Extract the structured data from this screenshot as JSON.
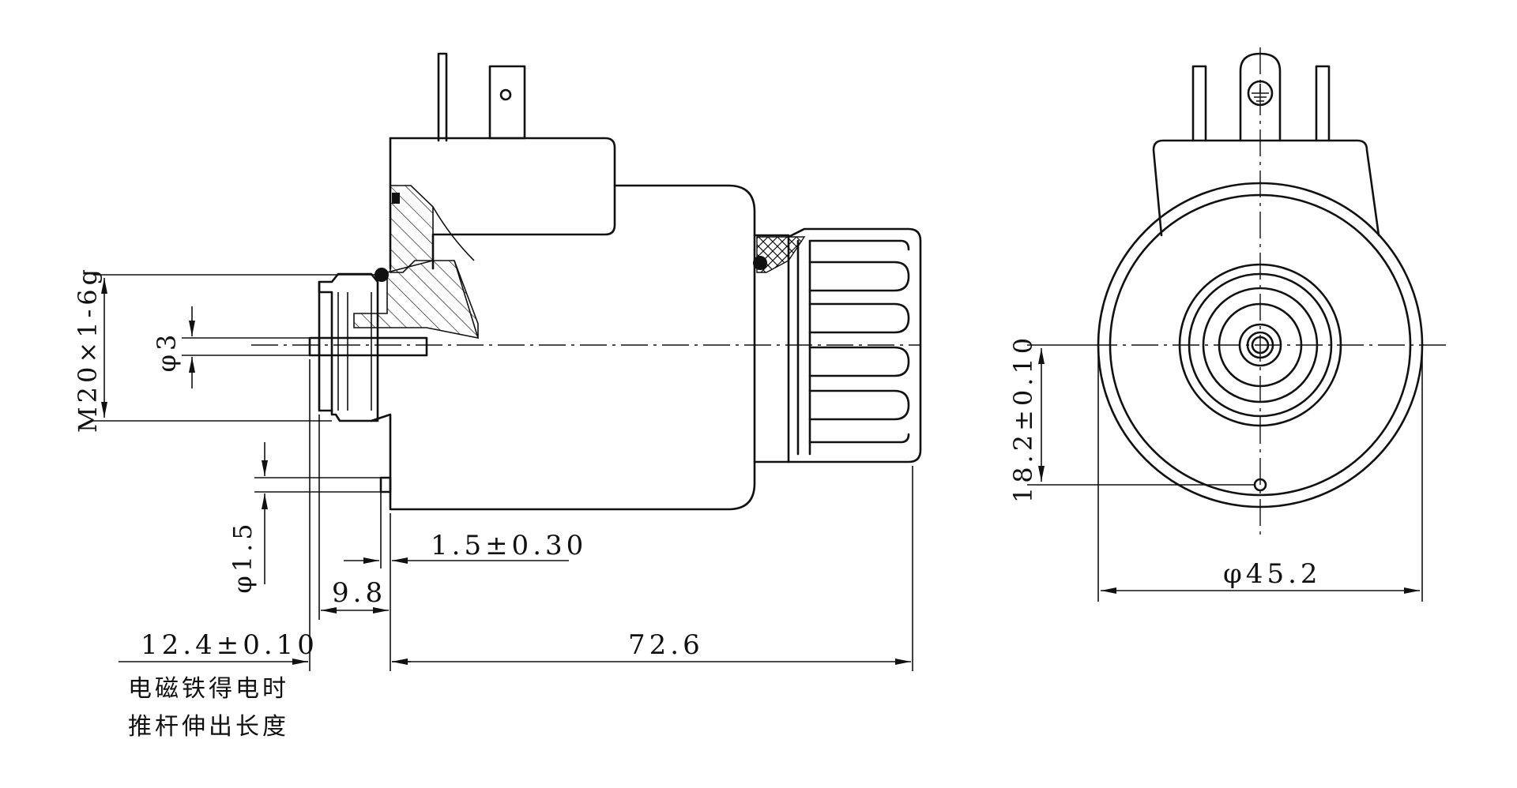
{
  "dimensions": {
    "thread": "M20×1-6g",
    "phi3": "φ3",
    "phi1_5": "φ1.5",
    "tol_1_5": "1.5±0.30",
    "dim_9_8": "9.8",
    "stroke_12_4": "12.4±0.10",
    "length_72_6": "72.6",
    "offset_18_2": "18.2±0.10",
    "phi45_2": "φ45.2"
  },
  "note": {
    "line1": "电磁铁得电时",
    "line2": "推杆伸出长度"
  }
}
